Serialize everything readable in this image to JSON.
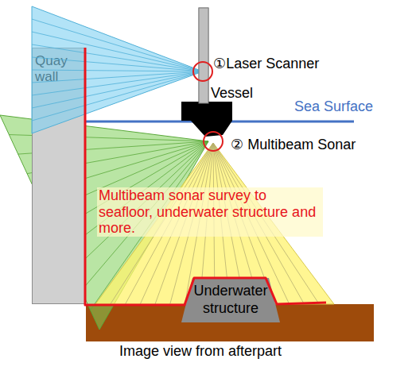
{
  "diagram": {
    "caption": "Image view from afterpart",
    "nodes": [
      {
        "text": [
          "Quay wall"
        ]
      },
      {
        "text": [
          "Underwater structure"
        ]
      }
    ],
    "labels": [
      "①Laser Scanner",
      "Vessel",
      "Sea Surface",
      "② Multibeam Sonar",
      "Multibeam sonar survey to seafloor, underwater structure and more."
    ]
  }
}
